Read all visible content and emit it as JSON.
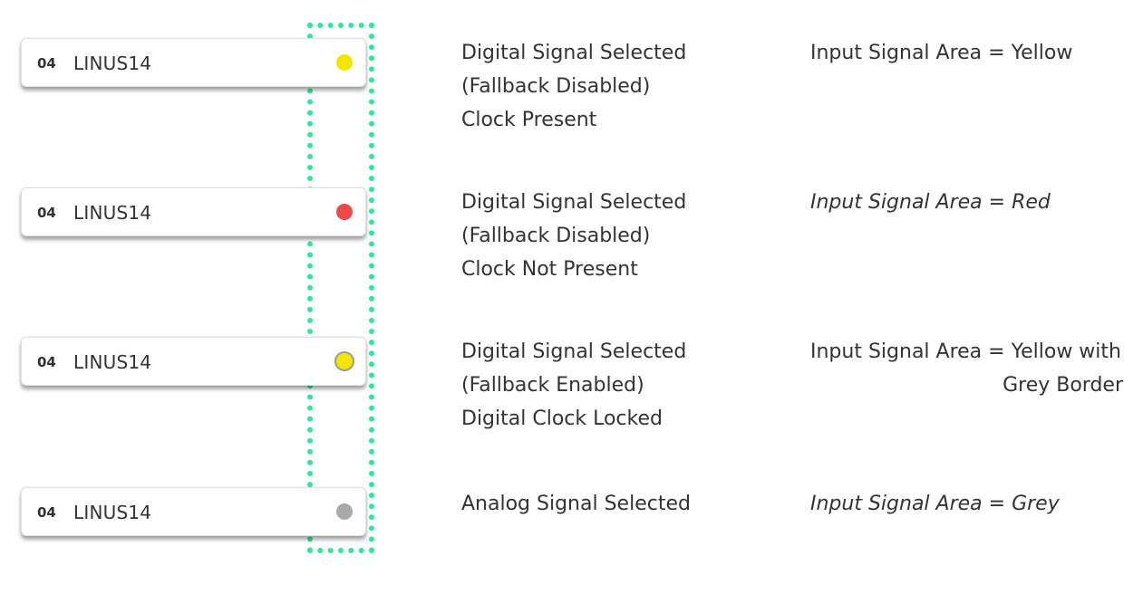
{
  "rows": [
    {
      "channel_number": "04",
      "channel_name": "LINUS14",
      "indicator_color": "#f2e600",
      "indicator_border": null,
      "status_lines": [
        "Digital Signal Selected",
        "(Fallback Disabled)",
        "Clock Present"
      ],
      "area_lines": [
        "Input Signal Area = Yellow"
      ],
      "area_italic": false
    },
    {
      "channel_number": "04",
      "channel_name": "LINUS14",
      "indicator_color": "#f04848",
      "indicator_border": null,
      "status_lines": [
        "Digital Signal Selected",
        "(Fallback Disabled)",
        "Clock Not Present"
      ],
      "area_lines": [
        "Input Signal Area = Red"
      ],
      "area_italic": true
    },
    {
      "channel_number": "04",
      "channel_name": "LINUS14",
      "indicator_color": "#f2e600",
      "indicator_border": "#9a9a9a",
      "status_lines": [
        "Digital Signal Selected",
        "(Fallback Enabled)",
        "Digital Clock Locked"
      ],
      "area_lines": [
        "Input Signal Area = Yellow with",
        "Grey Border"
      ],
      "area_italic": false
    },
    {
      "channel_number": "04",
      "channel_name": "LINUS14",
      "indicator_color": "#a9a9a9",
      "indicator_border": null,
      "status_lines": [
        "Analog Signal Selected"
      ],
      "area_lines": [
        "Input Signal Area = Grey"
      ],
      "area_italic": true
    }
  ],
  "highlight_color": "#2ee89a"
}
